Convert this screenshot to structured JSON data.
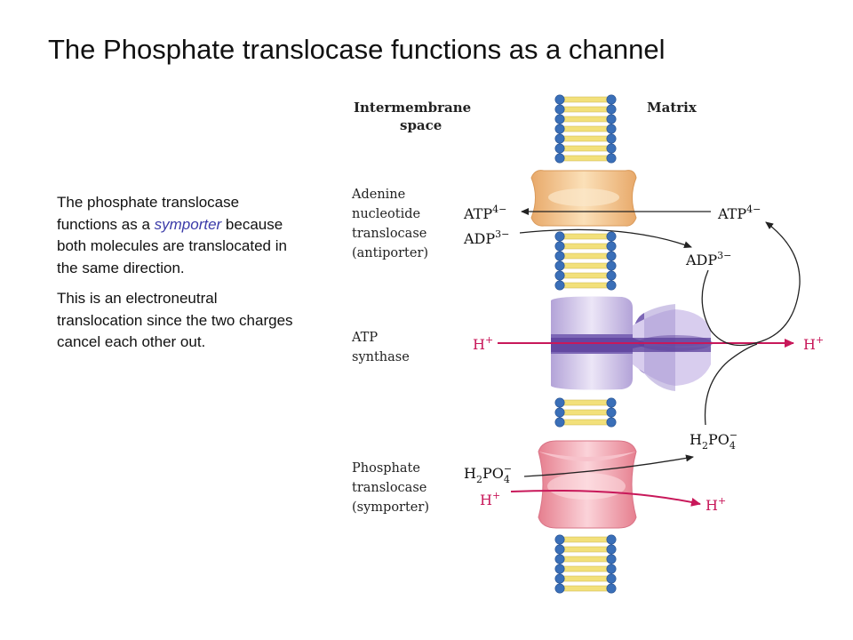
{
  "slide": {
    "title": "The Phosphate translocase functions as a channel"
  },
  "body": {
    "p1_before": "The phosphate translocase functions as a ",
    "p1_keyword": "symporter",
    "p1_after": " because both molecules are translocated in the same direction.",
    "p2": "This is an electroneutral translocation since the two charges cancel each other out."
  },
  "diagram": {
    "intermembrane_label_1": "Intermembrane",
    "intermembrane_label_2": "space",
    "matrix_label": "Matrix",
    "ant": {
      "name_1": "Adenine",
      "name_2": "nucleotide",
      "name_3": "translocase",
      "name_4": "(antiporter)",
      "atp_left": "ATP",
      "atp_left_charge": "4−",
      "adp_left": "ADP",
      "adp_left_charge": "3−",
      "atp_right": "ATP",
      "atp_right_charge": "4−",
      "adp_right": "ADP",
      "adp_right_charge": "3−"
    },
    "atp_synthase": {
      "name_1": "ATP",
      "name_2": "synthase",
      "h_left": "H",
      "h_left_charge": "+",
      "h_right": "H",
      "h_right_charge": "+"
    },
    "phosphate": {
      "name_1": "Phosphate",
      "name_2": "translocase",
      "name_3": "(symporter)",
      "h2po4_left_a": "H",
      "h2po4_left_b": "PO",
      "h2po4_left_sub": "2",
      "h2po4_left_sub2": "4",
      "h2po4_left_charge": "−",
      "h_left": "H",
      "h_left_charge": "+",
      "h2po4_right_a": "H",
      "h2po4_right_b": "PO",
      "h2po4_right_sub": "2",
      "h2po4_right_sub2": "4",
      "h2po4_right_charge": "−",
      "h_right": "H",
      "h_right_charge": "+"
    },
    "colors": {
      "lipid_head": "#3a6fb8",
      "lipid_tail": "#f2e07a",
      "ant_protein": "#f5c98e",
      "synthase_protein": "#cfc3e6",
      "synthase_core": "#6e55a8",
      "phosphate_protein": "#f2a9b3",
      "proton_arrow": "#c8185a",
      "black_arrow": "#222222",
      "keyword": "#3a3aa8"
    }
  }
}
